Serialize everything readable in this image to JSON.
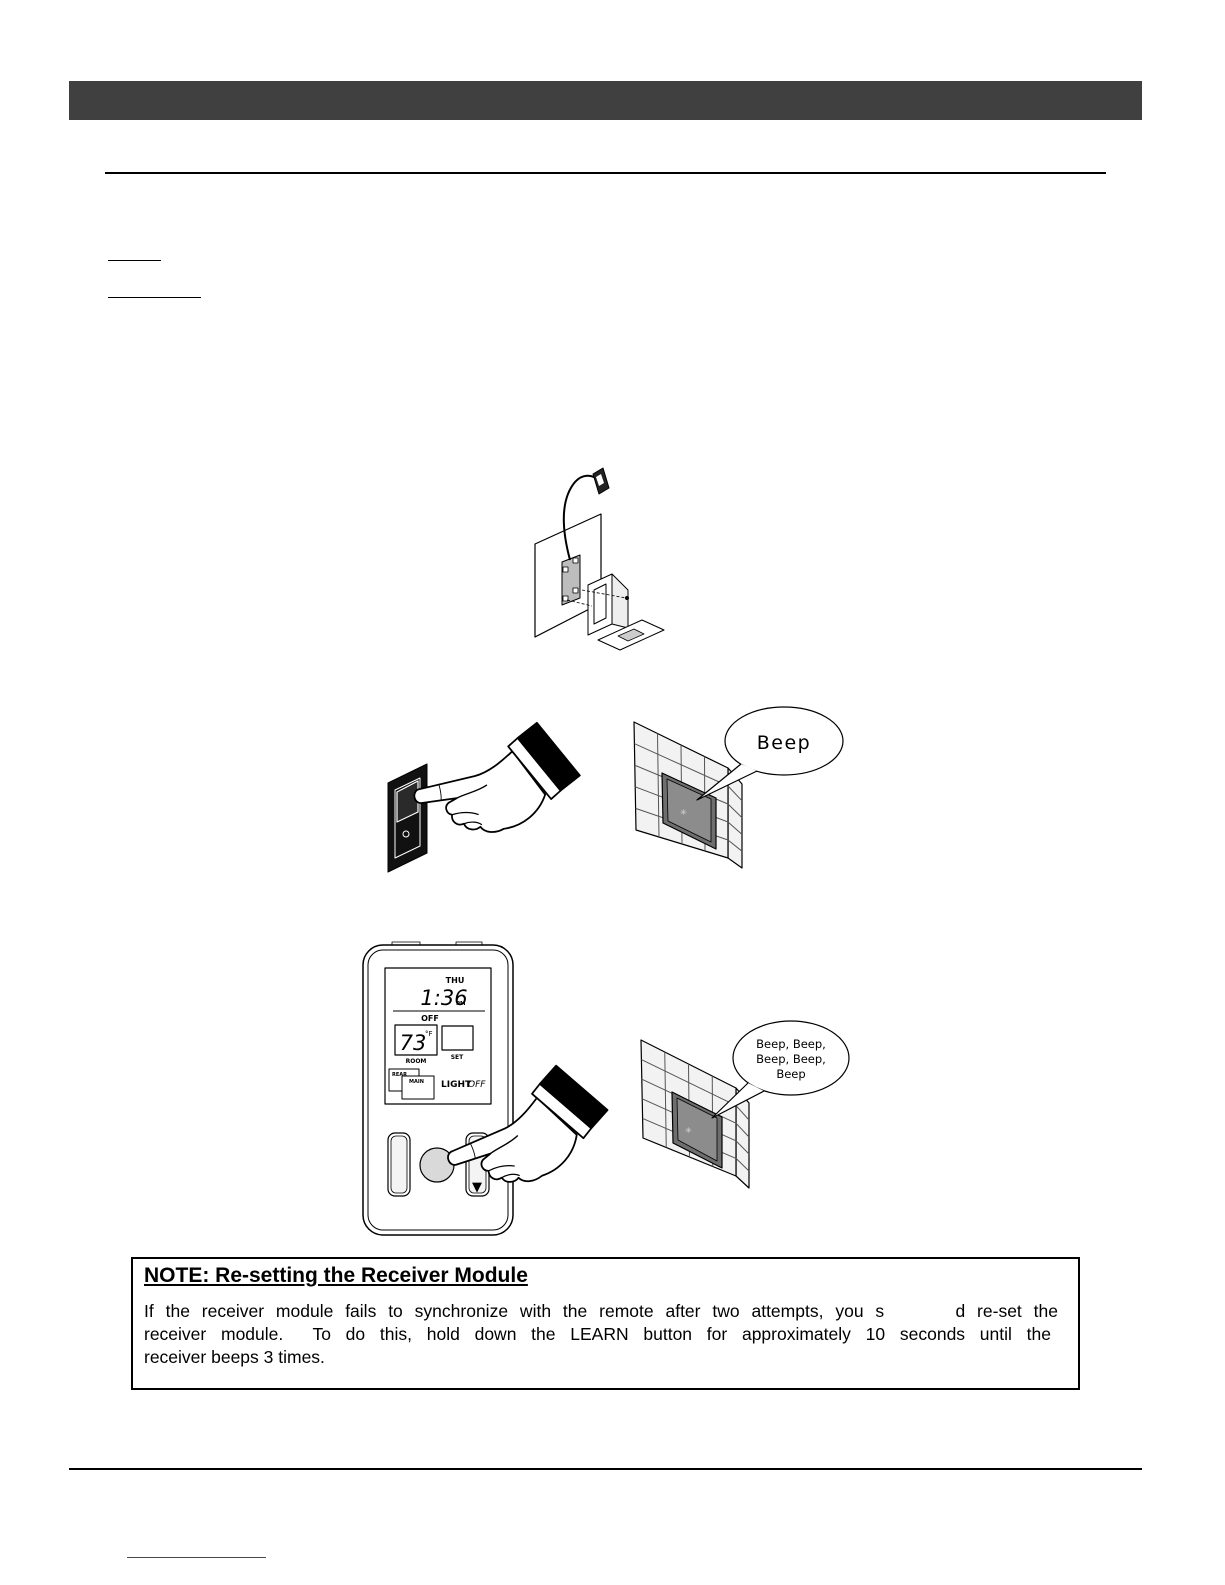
{
  "note": {
    "title": "NOTE: Re-setting the Receiver Module",
    "lines": [
      "If the receiver module fails to synchronize with the remote after two attempts, you s      d re-set the",
      "receiver module.  To do this, hold down the LEARN button for approximately 10 seconds until the",
      "receiver beeps 3 times."
    ]
  },
  "figure_switch": {
    "bubble": "Beep"
  },
  "figure_remote": {
    "bubble_lines": [
      "Beep, Beep,",
      "Beep, Beep,",
      "Beep"
    ],
    "remote": {
      "day": "THU",
      "time": "1:36",
      "meridiem": "PM",
      "mode": "OFF",
      "room_temp": "73",
      "temp_unit": "°F",
      "room_label": "ROOM",
      "set_label": "SET",
      "zone_rear": "REAR",
      "zone_main": "MAIN",
      "light_label": "LIGHT",
      "light_state": "OFF"
    }
  },
  "icons": {
    "remote_down_button": "down-arrow-icon",
    "pointing_hand": "pointing-hand-icon"
  },
  "colors": {
    "header_bar": "#404040",
    "link_underline": "#3636c8",
    "door_glass": "#8c8c8c"
  }
}
